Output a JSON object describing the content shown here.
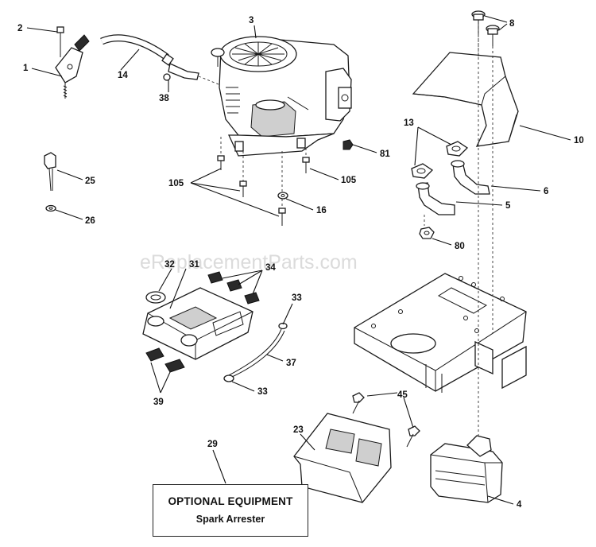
{
  "watermark": "eReplacementParts.com",
  "callouts": {
    "c1": "1",
    "c2": "2",
    "c3": "3",
    "c4": "4",
    "c5": "5",
    "c6": "6",
    "c8": "8",
    "c10": "10",
    "c13": "13",
    "c14": "14",
    "c16": "16",
    "c23": "23",
    "c25": "25",
    "c26": "26",
    "c29": "29",
    "c31": "31",
    "c32": "32",
    "c33a": "33",
    "c33b": "33",
    "c34": "34",
    "c37": "37",
    "c38": "38",
    "c39": "39",
    "c45": "45",
    "c80": "80",
    "c81": "81",
    "c105a": "105",
    "c105b": "105"
  },
  "optional_box": {
    "title": "OPTIONAL EQUIPMENT",
    "item": "Spark Arrester"
  }
}
